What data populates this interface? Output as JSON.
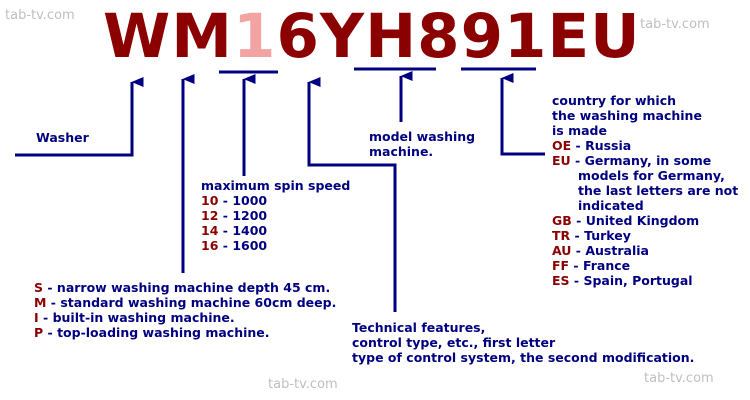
{
  "watermarks": [
    "tab-tv.com",
    "tab-tv.com",
    "tab-tv.com",
    "tab-tv.com"
  ],
  "model_code": [
    {
      "text": "WM",
      "accent": false
    },
    {
      "text": "1",
      "accent": true
    },
    {
      "text": "6YH891EU",
      "accent": false
    }
  ],
  "washer_label": "Washer",
  "spin": {
    "title": "maximum spin speed",
    "items": [
      {
        "code": "10",
        "sep": " - ",
        "value": "1000"
      },
      {
        "code": "12",
        "sep": " - ",
        "value": "1200"
      },
      {
        "code": "14",
        "sep": " - ",
        "value": "1400"
      },
      {
        "code": "16",
        "sep": " - ",
        "value": "1600"
      }
    ]
  },
  "types": [
    {
      "code": "S",
      "sep": " - ",
      "text": "narrow washing machine depth 45 cm."
    },
    {
      "code": "M",
      "sep": " - ",
      "text": "standard washing machine 60cm deep."
    },
    {
      "code": "I",
      "sep": " - ",
      "text": "built-in washing machine."
    },
    {
      "code": "P",
      "sep": " - ",
      "text": "top-loading washing machine."
    }
  ],
  "model_label": [
    "model washing",
    "machine."
  ],
  "technical": [
    "Technical features,",
    "control type, etc., first letter",
    "type of control system, the second modification."
  ],
  "country": {
    "intro": [
      "country for which",
      "the washing machine",
      "is made"
    ],
    "items": [
      {
        "code": "OE",
        "sep": " - ",
        "text": "Russia",
        "extra": []
      },
      {
        "code": "EU",
        "sep": " - ",
        "text": "Germany, in some",
        "extra": [
          "models for Germany,",
          "the last letters are not",
          "indicated"
        ]
      },
      {
        "code": "GB",
        "sep": " - ",
        "text": "United Kingdom",
        "extra": []
      },
      {
        "code": "TR",
        "sep": " - ",
        "text": "Turkey",
        "extra": []
      },
      {
        "code": "AU",
        "sep": " - ",
        "text": "Australia",
        "extra": []
      },
      {
        "code": "FF",
        "sep": " - ",
        "text": "France",
        "extra": []
      },
      {
        "code": "ES",
        "sep": " - ",
        "text": "Spain, Portugal",
        "extra": []
      }
    ]
  },
  "colors": {
    "code_text": "#8b0000",
    "code_accent": "#f4a3a3",
    "label_text": "#000080",
    "line": "#000080",
    "watermark": "#bfbfbf"
  }
}
